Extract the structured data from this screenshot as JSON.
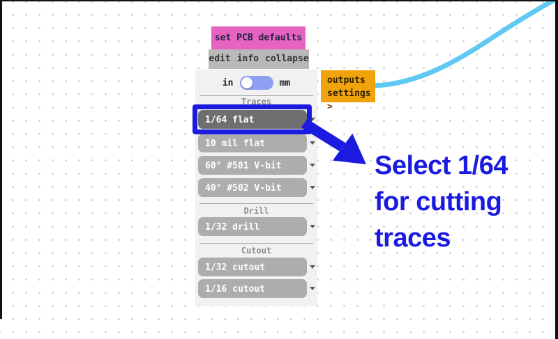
{
  "module": {
    "header_label": "set PCB defaults",
    "menu": {
      "items": [
        "edit",
        "info",
        "collapse"
      ]
    },
    "units_toggle": {
      "left_label": "in",
      "right_label": "mm",
      "selected": "in"
    },
    "sections": [
      {
        "title": "Traces",
        "tools": [
          {
            "label": "1/64 flat",
            "selected": true
          },
          {
            "label": "10 mil flat",
            "selected": false
          },
          {
            "label": "60° #501 V-bit",
            "selected": false
          },
          {
            "label": "40° #502 V-bit",
            "selected": false
          }
        ]
      },
      {
        "title": "Drill",
        "tools": [
          {
            "label": "1/32 drill",
            "selected": false
          }
        ]
      },
      {
        "title": "Cutout",
        "tools": [
          {
            "label": "1/32 cutout",
            "selected": false
          },
          {
            "label": "1/16 cutout",
            "selected": false
          }
        ]
      }
    ]
  },
  "outputs_panel": {
    "title": "outputs",
    "ports": [
      {
        "label": "settings",
        "arrow": ">"
      }
    ]
  },
  "annotation": {
    "caption_lines": [
      "Select 1/64",
      "for cutting",
      "traces"
    ]
  },
  "colors": {
    "annotation-blue": "#1b1be0",
    "wire-blue": "#5fc9f3",
    "module-pink": "#e663c1",
    "port-orange": "#f0a30a",
    "button-gray": "#adadad",
    "selected-gray": "#6f6f6f",
    "toggle-blue": "#8f9ff2"
  }
}
